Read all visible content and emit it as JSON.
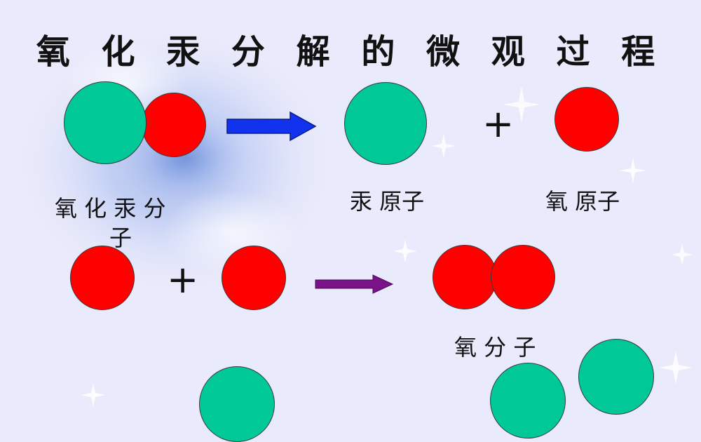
{
  "title": "氧 化 汞 分 解 的 微 观 过 程",
  "labels": {
    "mercury_oxide_line1": "氧 化 汞 分",
    "mercury_oxide_line2": "子",
    "mercury_atom": "汞  原子",
    "oxygen_atom": "氧  原子",
    "oxygen_molecule": "氧  分  子"
  },
  "symbols": {
    "plus": "+"
  },
  "colors": {
    "mercury": "#00c896",
    "oxygen": "#ff0000",
    "arrow_blue": "#1133ee",
    "arrow_purple": "#7a1288",
    "background": "#e9eafb"
  }
}
